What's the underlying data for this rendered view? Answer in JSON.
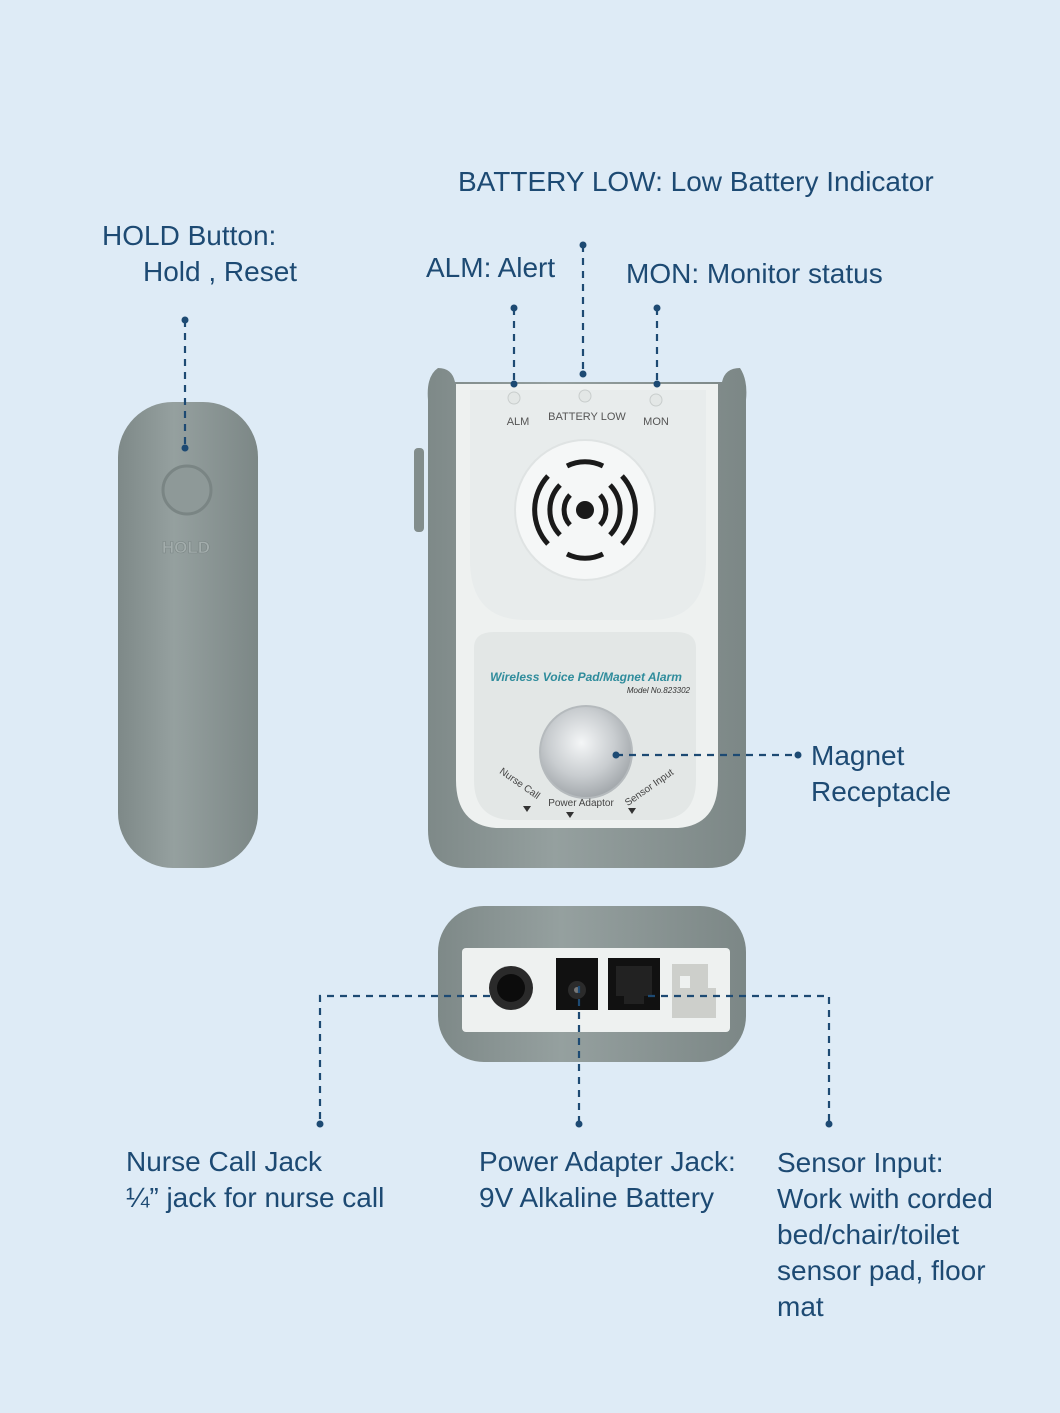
{
  "callouts": {
    "battery_low": "BATTERY LOW: Low Battery Indicator",
    "hold_line1": "HOLD Button:",
    "hold_line2": "Hold , Reset",
    "alm": "ALM: Alert",
    "mon": "MON: Monitor status",
    "magnet_line1": "Magnet",
    "magnet_line2": "Receptacle",
    "nurse_line1": "Nurse Call Jack",
    "nurse_line2": "¼” jack for nurse call",
    "power_line1": "Power Adapter Jack:",
    "power_line2": "9V Alkaline Battery",
    "sensor_line1": "Sensor Input:",
    "sensor_line2": "Work with corded",
    "sensor_line3": "bed/chair/toilet",
    "sensor_line4": "sensor pad, floor",
    "sensor_line5": "mat"
  },
  "remote": {
    "button_label": "HOLD"
  },
  "alarm_unit": {
    "led_alm": "ALM",
    "led_battery": "BATTERY LOW",
    "led_mon": "MON",
    "product_name": "Wireless Voice Pad/Magnet Alarm",
    "model_no": "Model No.823302",
    "port_nurse": "Nurse Call",
    "port_power": "Power Adaptor",
    "port_sensor": "Sensor Input"
  },
  "colors": {
    "background": "#deebf6",
    "callout_text": "#1d4a73",
    "device_gray": "#8f9a99",
    "device_panel": "#eef1f0"
  }
}
